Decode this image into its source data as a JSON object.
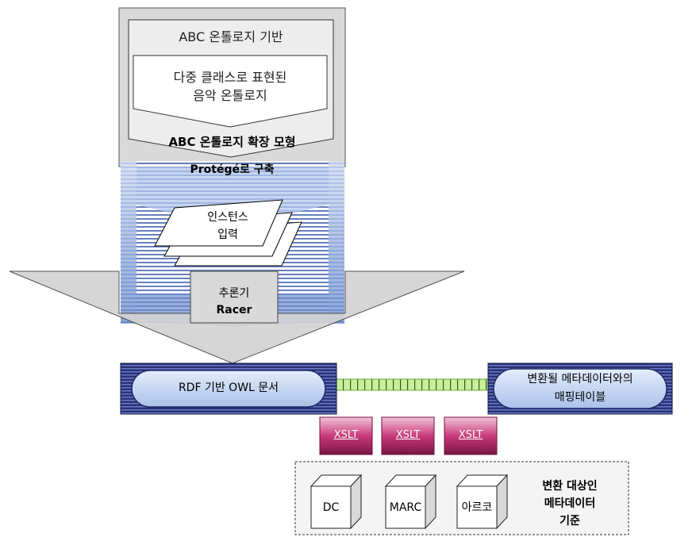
{
  "ontology_base": {
    "title": "ABC 온톨로지 기반",
    "inner_line1": "다중 클래스로 표현된",
    "inner_line2": "음악 온톨로지"
  },
  "extension_model": "ABC 온톨로지 확장 모형",
  "protege_build": "Protégé로 구축",
  "instance": {
    "line1": "인스턴스",
    "line2": "입력"
  },
  "reasoner": {
    "line1": "추론기",
    "line2": "Racer"
  },
  "rdf_doc": "RDF 기반 OWL 문서",
  "mapping_table": {
    "line1": "변환될 메타데이터와의",
    "line2": "매핑테이블"
  },
  "xslt_labels": [
    "XSLT",
    "XSLT",
    "XSLT"
  ],
  "standards": [
    "DC",
    "MARC",
    "아르코"
  ],
  "target_standards": {
    "line1": "변환 대상인",
    "line2": "메타데이터",
    "line3": "기준"
  },
  "colors": {
    "gray_panel": "#d9d9d9",
    "light_gray": "#efefef",
    "blue_stripe": "#8aa7d8",
    "navy": "#1f2a66",
    "oval_fill": "#c3d6f2",
    "connector_green": "#c8ef9a",
    "xslt_magenta": "#c02a6b"
  }
}
